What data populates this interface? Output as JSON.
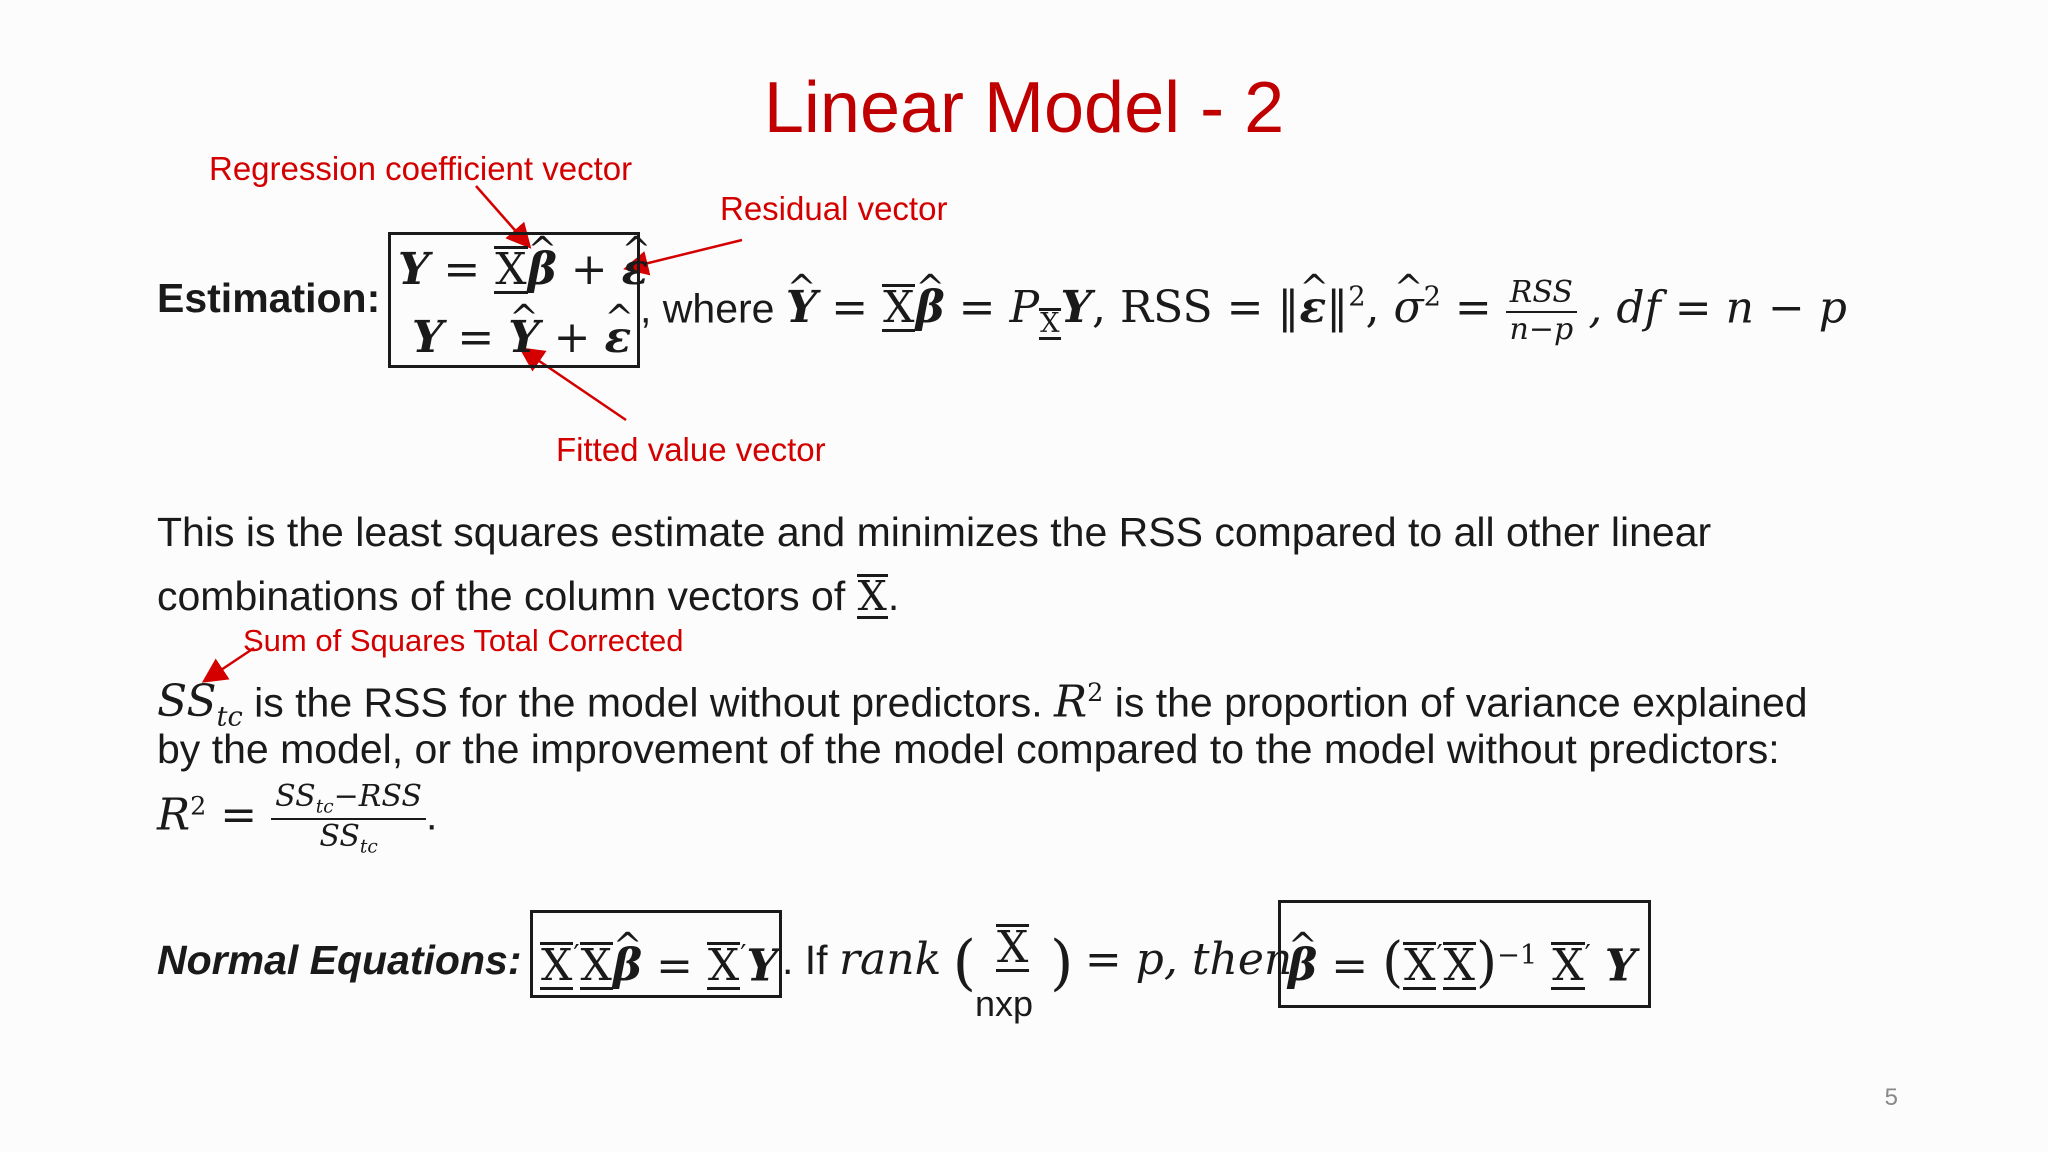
{
  "slide": {
    "title": "Linear Model - 2",
    "page_number": "5",
    "annotations": {
      "regression_coefficient": "Regression coefficient vector",
      "residual": "Residual vector",
      "fitted_value": "Fitted value vector",
      "sum_of_squares": "Sum of Squares Total Corrected"
    },
    "estimation": {
      "label": "Estimation:",
      "where": ", where",
      "rss_text": "RSS",
      "rss_num": "RSS",
      "rss_den": "n−p",
      "df_text": ", df = n − p"
    },
    "paragraph1": {
      "line1": "This is the least squares estimate and minimizes the RSS compared to all other linear",
      "line2": "combinations of the column vectors of"
    },
    "paragraph2": {
      "line1_rest": " is the RSS for the model without predictors. ",
      "line1_end": " is the proportion of variance explained",
      "line2": "by the model, or the improvement of the model compared to the model without predictors:",
      "frac_num": "SS",
      "frac_num_rest": "−RSS",
      "frac_den": "SS",
      "subscript": "tc"
    },
    "normal_equations": {
      "label": "Normal Equations:",
      "if_text": ". If",
      "rank_text": "rank",
      "size_text": "nxp",
      "then_text": "= p, then"
    }
  }
}
